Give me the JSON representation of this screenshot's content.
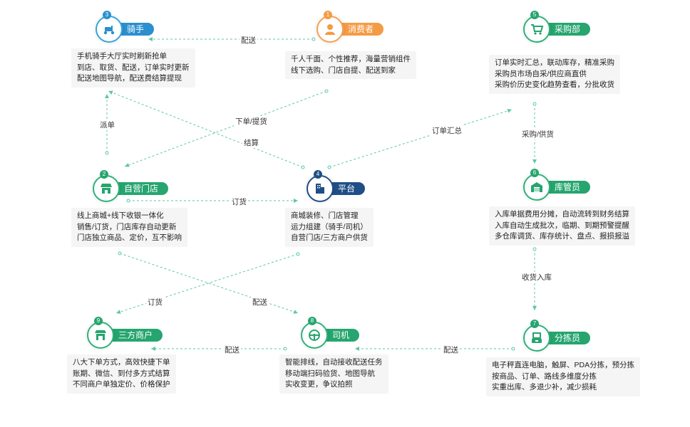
{
  "roles": {
    "rider": {
      "num": "3",
      "label": "骑手",
      "icon": "scooter-icon",
      "lines": [
        "手机骑手大厅实时刷新抢单",
        "到店、取货、配送，订单实时更新",
        "配送地图导航，配送费结算提现"
      ]
    },
    "consumer": {
      "num": "1",
      "label": "消费者",
      "icon": "person-icon",
      "lines": [
        "千人千面、个性推荐，海量营销组件",
        "线下选购、门店自提、配送到家"
      ]
    },
    "purchasing": {
      "num": "5",
      "label": "采购部",
      "icon": "cart-icon",
      "lines": [
        "订单实时汇总，联动库存，精准采购",
        "采购员市场自采/供应商直供",
        "采购价历史变化趋势查看，分批收货"
      ]
    },
    "store": {
      "num": "2",
      "label": "自营门店",
      "icon": "store-icon",
      "lines": [
        "线上商城+线下收银一体化",
        "销售/订货，门店库存自动更新",
        "门店独立商品、定价，互不影响"
      ]
    },
    "platform": {
      "num": "4",
      "label": "平台",
      "icon": "building-icon",
      "lines": [
        "商城装修、门店管理",
        "运力组建（骑手/司机）",
        "自营门店/三方商户供货"
      ]
    },
    "warehouse": {
      "num": "6",
      "label": "库管员",
      "icon": "warehouse-icon",
      "lines": [
        "入库单据费用分摊，自动流转到财务结算",
        "入库自动生成批次，临期、到期预警提醒",
        "多仓库调货、库存统计、盘点、报损报溢"
      ]
    },
    "merchant": {
      "num": "9",
      "label": "三方商户",
      "icon": "shop-icon",
      "lines": [
        "八大下单方式，高效快捷下单",
        "账期、微信、到付多方式结算",
        "不同商户单独定价、价格保护"
      ]
    },
    "driver": {
      "num": "8",
      "label": "司机",
      "icon": "driver-icon",
      "lines": [
        "智能排线，自动接收配送任务",
        "移动端扫码验货、地图导航",
        "实收变更，争议拍照"
      ]
    },
    "sorter": {
      "num": "7",
      "label": "分拣员",
      "icon": "scale-icon",
      "lines": [
        "电子秤直连电脑，触屏、PDA分拣，预分拣",
        "按商品、订单、路线多维度分拣",
        "实重出库、多退少补，减少损耗"
      ]
    }
  },
  "edges": {
    "delivery_top": "配送",
    "dispatch": "派单",
    "order_pickup": "下单/提货",
    "settle": "结算",
    "order_summary": "订单汇总",
    "purchase_supply": "采购/供货",
    "order_goods_mid": "订货",
    "receive_stock": "收货入库",
    "order_goods_low": "订货",
    "delivery_mid": "配送",
    "delivery_bottom_left": "配送",
    "delivery_bottom_right": "配送"
  },
  "colors": {
    "orange": "#f49b45",
    "blue": "#2b8fd0",
    "green": "#26a56f",
    "navy": "#1f4f86",
    "line": "#5cc7a6"
  }
}
